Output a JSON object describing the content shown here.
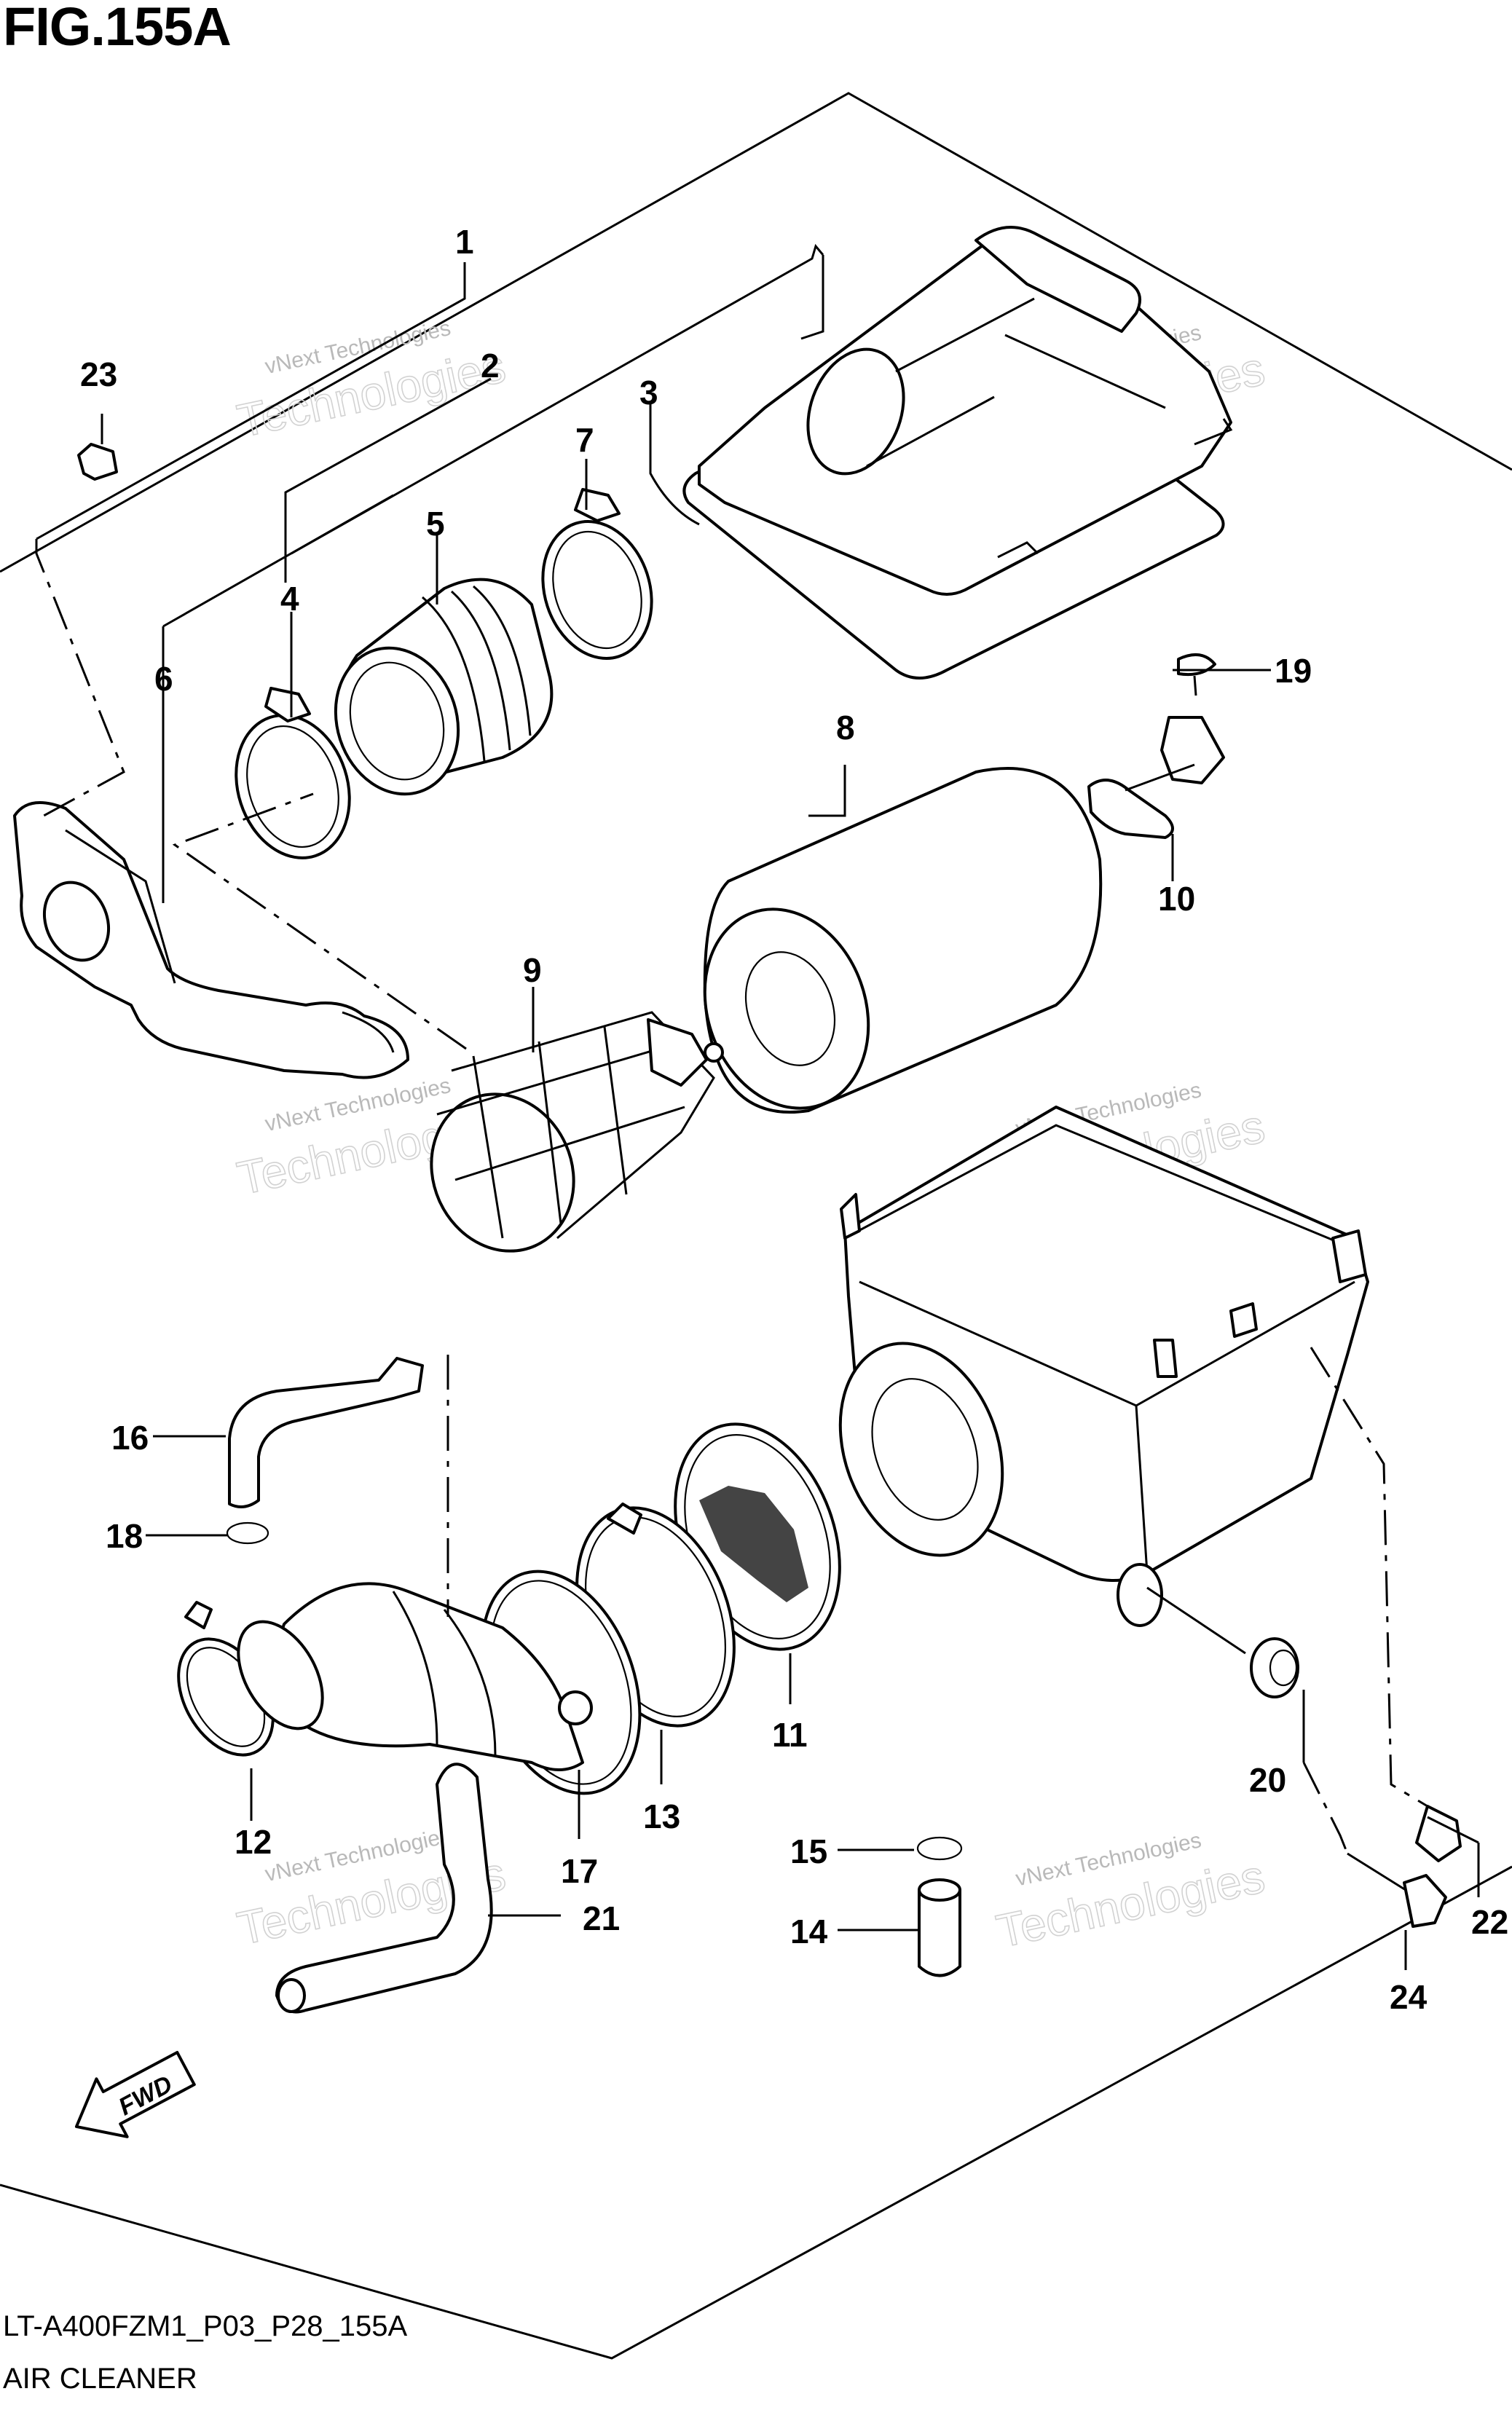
{
  "figure": {
    "title": "FIG.155A",
    "drawing_code": "LT-A400FZM1_P03_P28_155A",
    "section_name": "AIR CLEANER",
    "direction_label": "FWD"
  },
  "watermark": {
    "line1": "vNext Technologies",
    "line2": "Technologies"
  },
  "callouts": [
    "1",
    "2",
    "3",
    "4",
    "5",
    "6",
    "7",
    "8",
    "9",
    "10",
    "11",
    "12",
    "13",
    "14",
    "15",
    "16",
    "17",
    "18",
    "19",
    "20",
    "21",
    "22",
    "23",
    "24"
  ]
}
